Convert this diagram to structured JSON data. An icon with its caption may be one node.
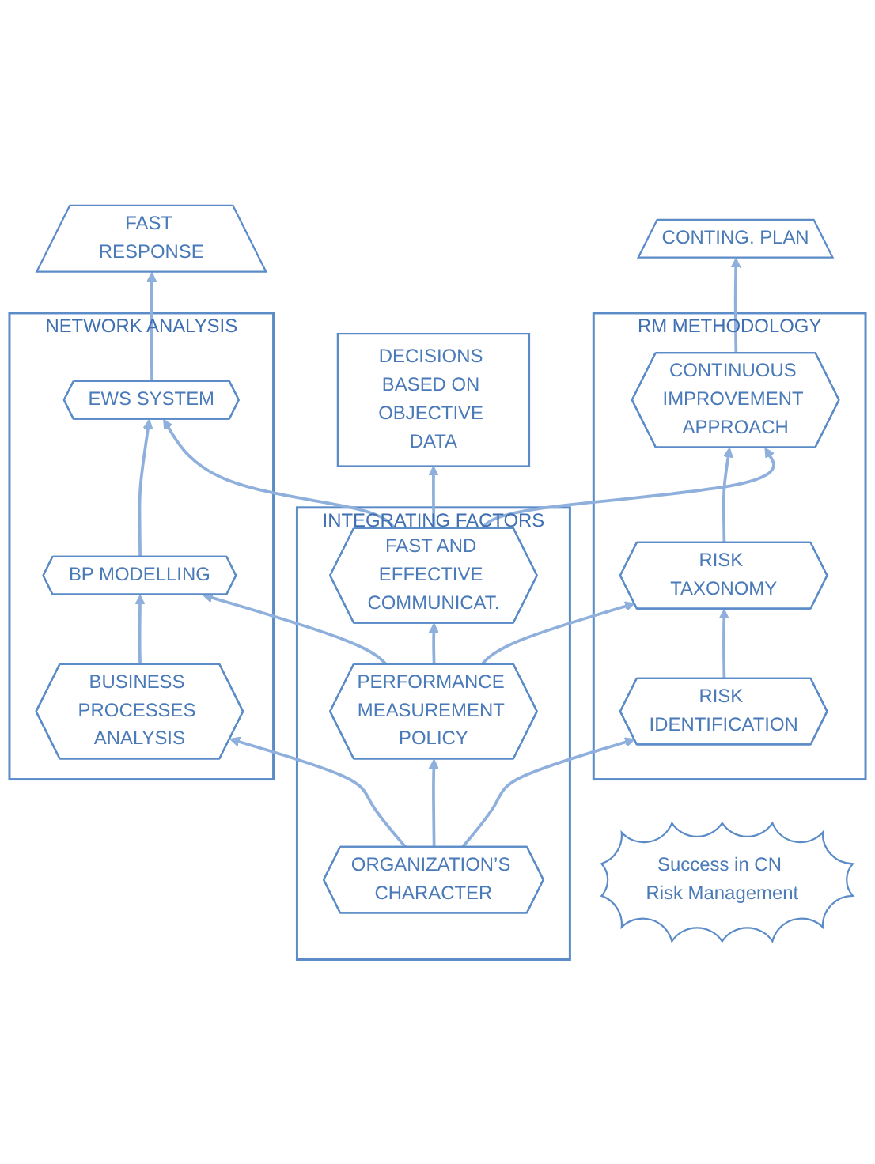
{
  "diagram": {
    "nodes": [
      {
        "text": [
          "Success in CN Risk Management"
        ]
      },
      {
        "text": [
          "FAST RESPONSE"
        ]
      },
      {
        "text": [
          "DECISIONS BASED ON OBJECTIVE DATA"
        ]
      },
      {
        "text": [
          "CONTING. PLAN"
        ]
      },
      {
        "text": [
          "NETWORK ANALYSIS"
        ]
      },
      {
        "text": [
          "EWS SYSTEM"
        ],
        "in": 4
      },
      {
        "text": [
          "BP MODELLING"
        ],
        "in": 4
      },
      {
        "text": [
          "BUSINESS PROCESSES ANALYSIS"
        ],
        "in": 4
      },
      {
        "text": [
          "INTEGRATING FACTORS"
        ]
      },
      {
        "text": [
          "FAST AND EFFECTIVE COMMUNICAT."
        ],
        "in": 8
      },
      {
        "text": [
          "PERFORMANCE MEASUREMENT POLICY"
        ],
        "in": 8
      },
      {
        "text": [
          "ORGANIZATION’S CHARACTER"
        ],
        "in": 8
      },
      {
        "text": [
          "RM METHODOLOGY"
        ]
      },
      {
        "text": [
          "CONTINUOUS IMPROVEMENT APPROACH"
        ],
        "in": 12
      },
      {
        "text": [
          "RISK TAXONOMY"
        ],
        "in": 12
      },
      {
        "text": [
          "RISK IDENTIFICATION"
        ],
        "in": 12
      }
    ],
    "edges": [
      {
        "from": 7,
        "to": 6,
        "arrow": "to"
      },
      {
        "from": 6,
        "to": 5,
        "arrow": "to"
      },
      {
        "from": 5,
        "to": 1,
        "arrow": "to"
      },
      {
        "from": 11,
        "to": 10,
        "arrow": "to"
      },
      {
        "from": 10,
        "to": 9,
        "arrow": "to"
      },
      {
        "from": 9,
        "to": 2,
        "arrow": "to"
      },
      {
        "from": 15,
        "to": 14,
        "arrow": "to"
      },
      {
        "from": 14,
        "to": 13,
        "arrow": "to"
      },
      {
        "from": 13,
        "to": 3,
        "arrow": "to"
      },
      {
        "from": 9,
        "to": 5,
        "arrow": "to"
      },
      {
        "from": 9,
        "to": 13,
        "arrow": "to"
      },
      {
        "from": 10,
        "to": 6,
        "arrow": "to"
      },
      {
        "from": 10,
        "to": 14,
        "arrow": "to"
      },
      {
        "from": 11,
        "to": 7,
        "arrow": "to"
      },
      {
        "from": 11,
        "to": 15,
        "arrow": "to"
      }
    ]
  }
}
